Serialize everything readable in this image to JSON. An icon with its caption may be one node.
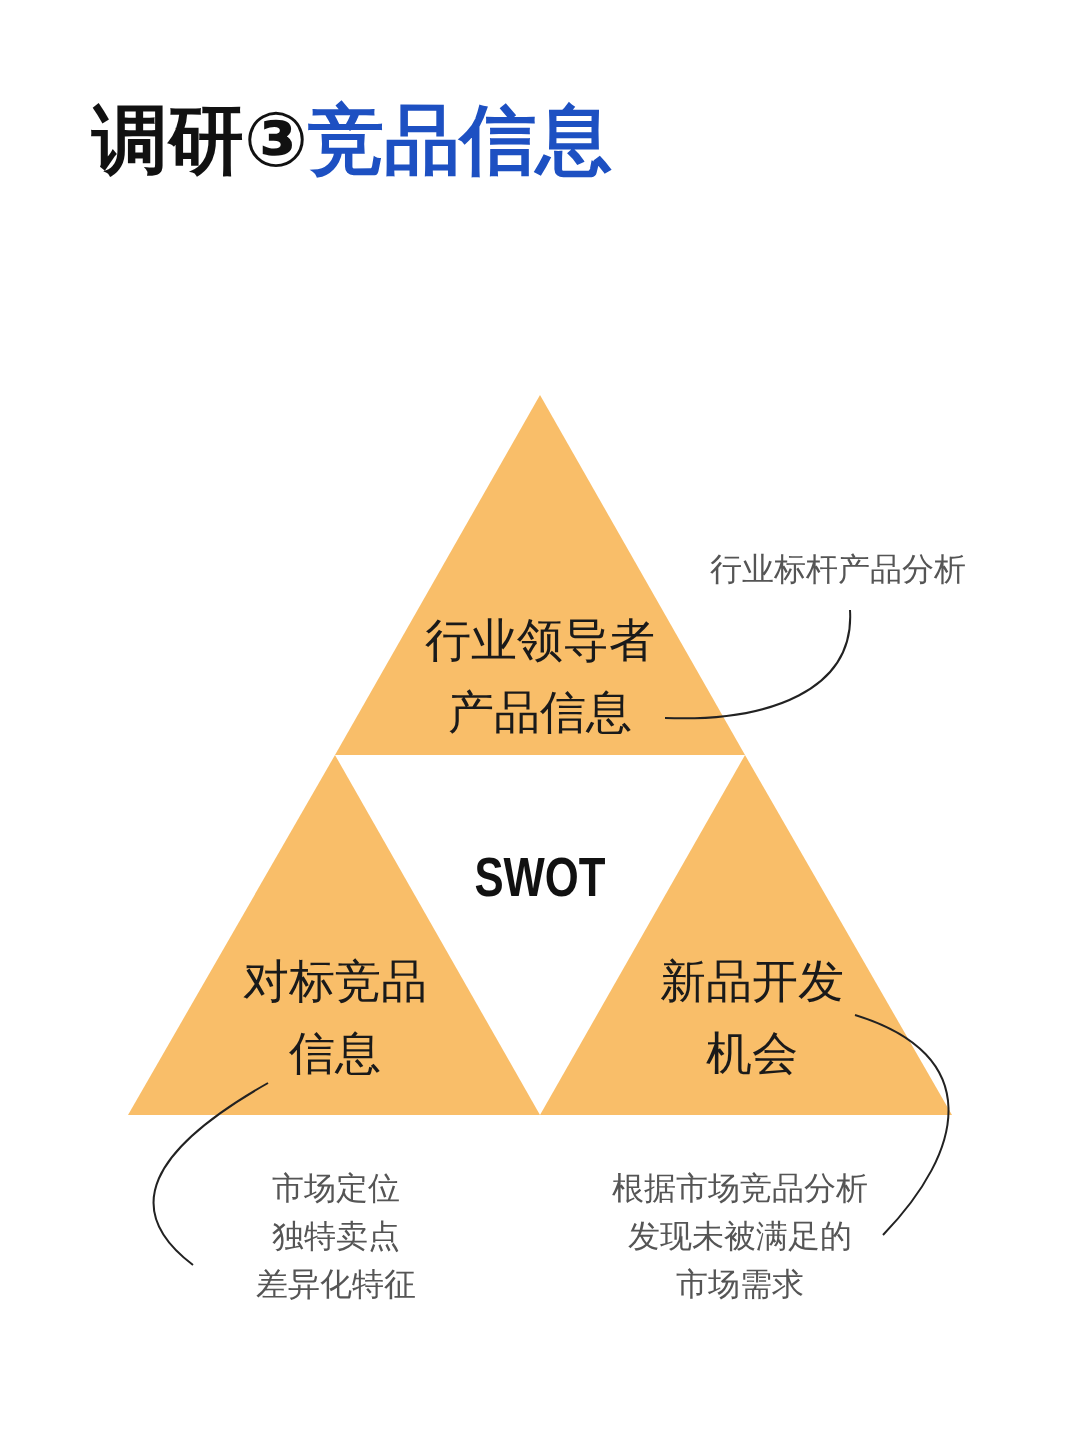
{
  "diagram": {
    "title": "调研③竞品信息",
    "nodes": [
      {
        "text": [
          "行业领导者产品信息"
        ]
      },
      {
        "text": [
          "对标竞品信息"
        ]
      },
      {
        "text": [
          "新品开发机会"
        ]
      },
      {
        "text": [
          "行业标杆产品分析"
        ]
      },
      {
        "text": [
          "市场定位",
          "独特卖点",
          "差异化特征"
        ]
      },
      {
        "text": [
          "根据市场竞品分析发现未被满足的市场需求"
        ]
      }
    ],
    "edges": [
      {
        "from": 3,
        "to": 0,
        "arrow": "none"
      },
      {
        "from": 4,
        "to": 1,
        "arrow": "none"
      },
      {
        "from": 5,
        "to": 2,
        "arrow": "none"
      }
    ],
    "labels": [
      "SWOT"
    ]
  }
}
